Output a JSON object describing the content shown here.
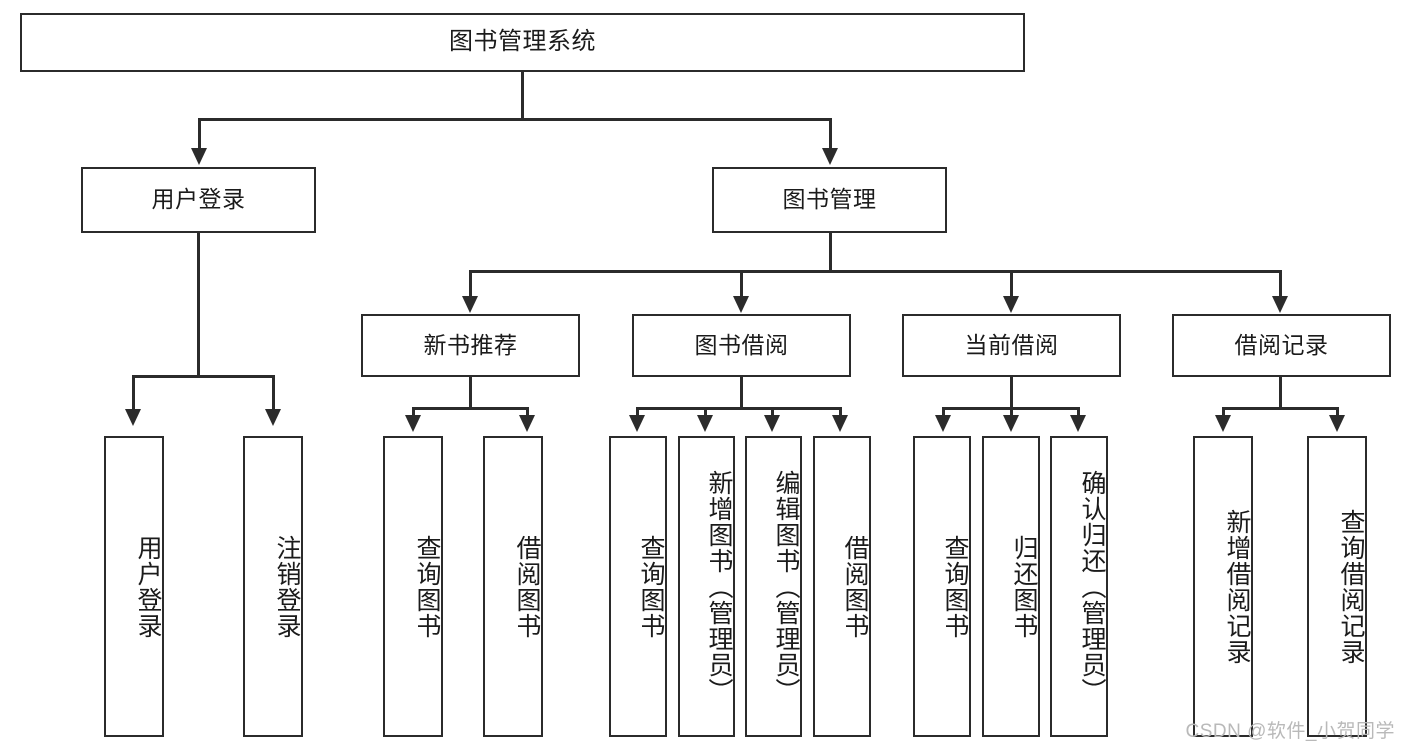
{
  "diagram": {
    "type": "tree",
    "title": "图书管理系统",
    "watermark": "CSDN @软件_小贺同学",
    "colors": {
      "stroke": "#2b2b2b",
      "fill": "#ffffff",
      "text": "#1b1b1b",
      "watermark": "#b9b9b9"
    },
    "levels": {
      "root": {
        "label": "图书管理系统"
      },
      "level2": [
        {
          "id": "user-login",
          "label": "用户登录"
        },
        {
          "id": "book-manage",
          "label": "图书管理"
        }
      ],
      "level3": [
        {
          "id": "new-book-recommend",
          "label": "新书推荐",
          "parent": "book-manage"
        },
        {
          "id": "book-borrow",
          "label": "图书借阅",
          "parent": "book-manage"
        },
        {
          "id": "current-borrow",
          "label": "当前借阅",
          "parent": "book-manage"
        },
        {
          "id": "borrow-record",
          "label": "借阅记录",
          "parent": "book-manage"
        }
      ],
      "leaves": [
        {
          "id": "leaf-user-login",
          "label": "用户登录",
          "parent": "user-login"
        },
        {
          "id": "leaf-user-logout",
          "label": "注销登录",
          "parent": "user-login"
        },
        {
          "id": "leaf-query-book-1",
          "label": "查询图书",
          "parent": "new-book-recommend"
        },
        {
          "id": "leaf-borrow-book-1",
          "label": "借阅图书",
          "parent": "new-book-recommend"
        },
        {
          "id": "leaf-query-book-2",
          "label": "查询图书",
          "parent": "book-borrow"
        },
        {
          "id": "leaf-add-book",
          "label": "新增图书（管理员）",
          "parent": "book-borrow"
        },
        {
          "id": "leaf-edit-book",
          "label": "编辑图书（管理员）",
          "parent": "book-borrow"
        },
        {
          "id": "leaf-borrow-book-2",
          "label": "借阅图书",
          "parent": "book-borrow"
        },
        {
          "id": "leaf-query-book-3",
          "label": "查询图书",
          "parent": "current-borrow"
        },
        {
          "id": "leaf-return-book",
          "label": "归还图书",
          "parent": "current-borrow"
        },
        {
          "id": "leaf-confirm-return",
          "label": "确认归还（管理员）",
          "parent": "current-borrow"
        },
        {
          "id": "leaf-add-record",
          "label": "新增借阅记录",
          "parent": "borrow-record"
        },
        {
          "id": "leaf-query-record",
          "label": "查询借阅记录",
          "parent": "borrow-record"
        }
      ]
    }
  }
}
